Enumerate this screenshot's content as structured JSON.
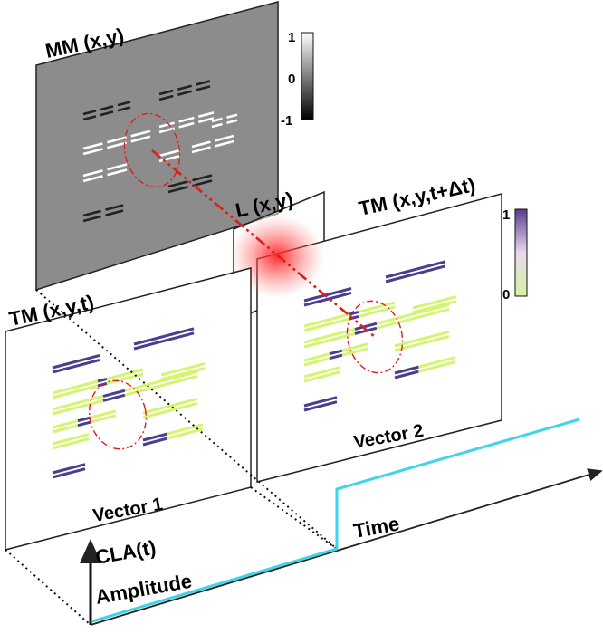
{
  "diagram": {
    "mm_label": "MM (x,y)",
    "mm_colorbar": {
      "ticks": [
        "1",
        "0",
        "-1"
      ],
      "colors": [
        "#ffffff",
        "#000000"
      ]
    },
    "l_label": "L (x,y)",
    "tm2_label": "TM (x,y,t+Δt)",
    "tm2_colorbar": {
      "ticks": [
        "1",
        "0"
      ],
      "colors": [
        "#5a3d8f",
        "#d4f5a0"
      ]
    },
    "tm1_label": "TM (x,y,t)",
    "vector1_label": "Vector 1",
    "vector2_label": "Vector 2",
    "time_label": "Time",
    "cla_label": "CLA(t)",
    "amplitude_label": "Amplitude",
    "colors": {
      "mask_gray": "#8c8c8c",
      "pattern_purple": "#4a3f8f",
      "pattern_green": "#d4f56f",
      "signal_cyan": "#3fd4e6",
      "beam_red": "#e31a1c"
    }
  }
}
